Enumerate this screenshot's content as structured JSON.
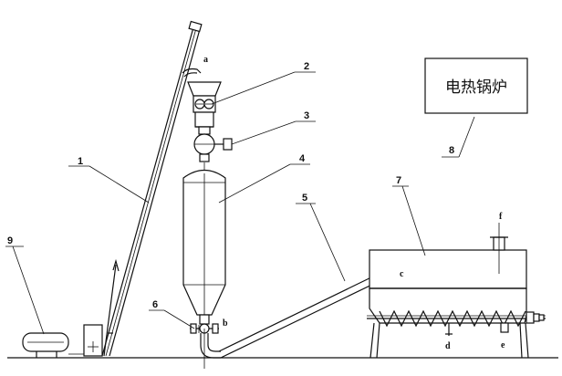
{
  "labels": {
    "n1": "1",
    "n2": "2",
    "n3": "3",
    "n4": "4",
    "n5": "5",
    "n6": "6",
    "n7": "7",
    "n8": "8",
    "n9": "9"
  },
  "points": {
    "a": "a",
    "b": "b",
    "c": "c",
    "d": "d",
    "e": "e",
    "f": "f"
  },
  "boiler_box": {
    "text": "电热锅炉"
  }
}
